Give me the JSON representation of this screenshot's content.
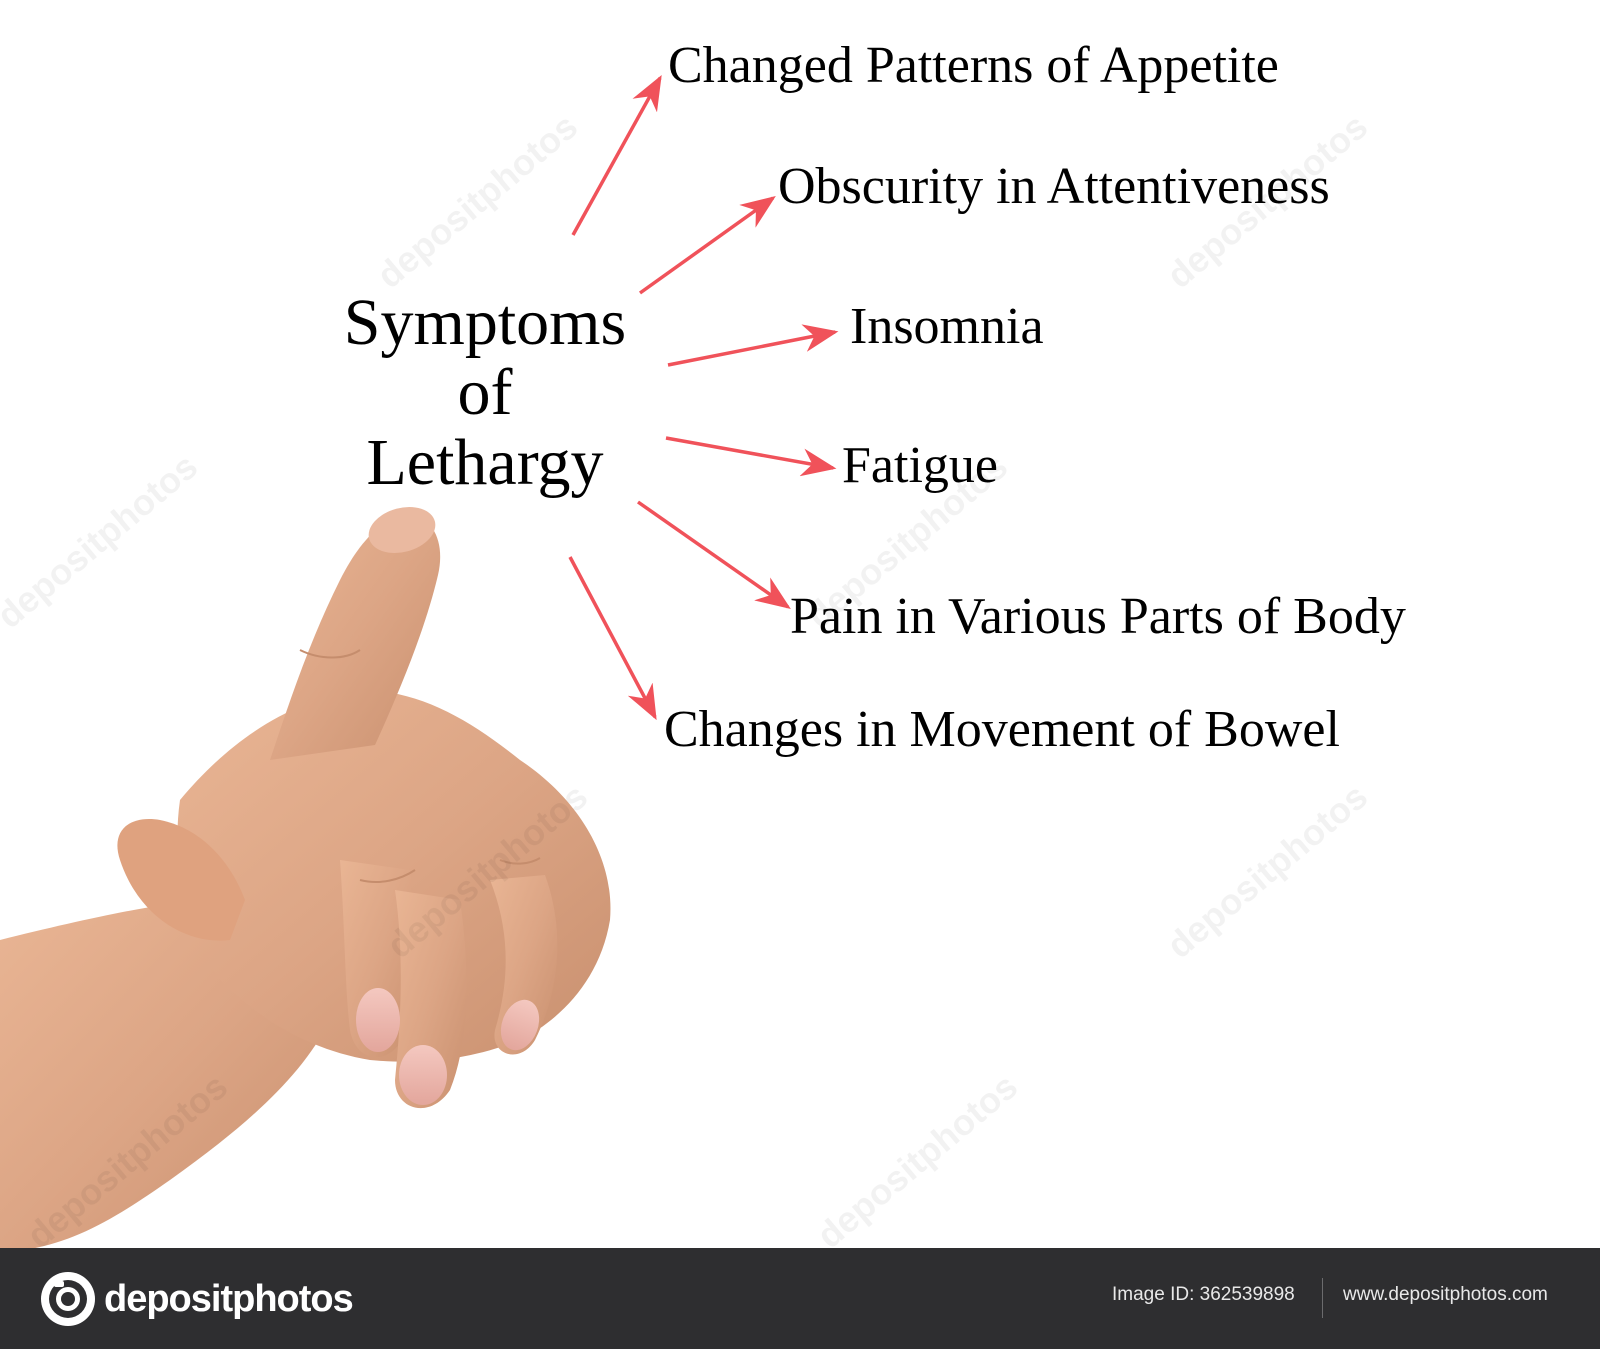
{
  "diagram": {
    "center_title_lines": [
      "Symptoms",
      "of",
      "Lethargy"
    ],
    "symptoms": [
      "Changed Patterns of Appetite",
      "Obscurity in Attentiveness",
      "Insomnia",
      "Fatigue",
      "Pain in Various Parts of Body",
      "Changes in Movement of Bowel"
    ],
    "arrow_color": "#f0525a"
  },
  "watermark": {
    "text": "depositphotos"
  },
  "footer": {
    "brand": "depositphotos",
    "image_id": "Image ID: 362539898",
    "site": "www.depositphotos.com",
    "background": "#2e2e30"
  }
}
